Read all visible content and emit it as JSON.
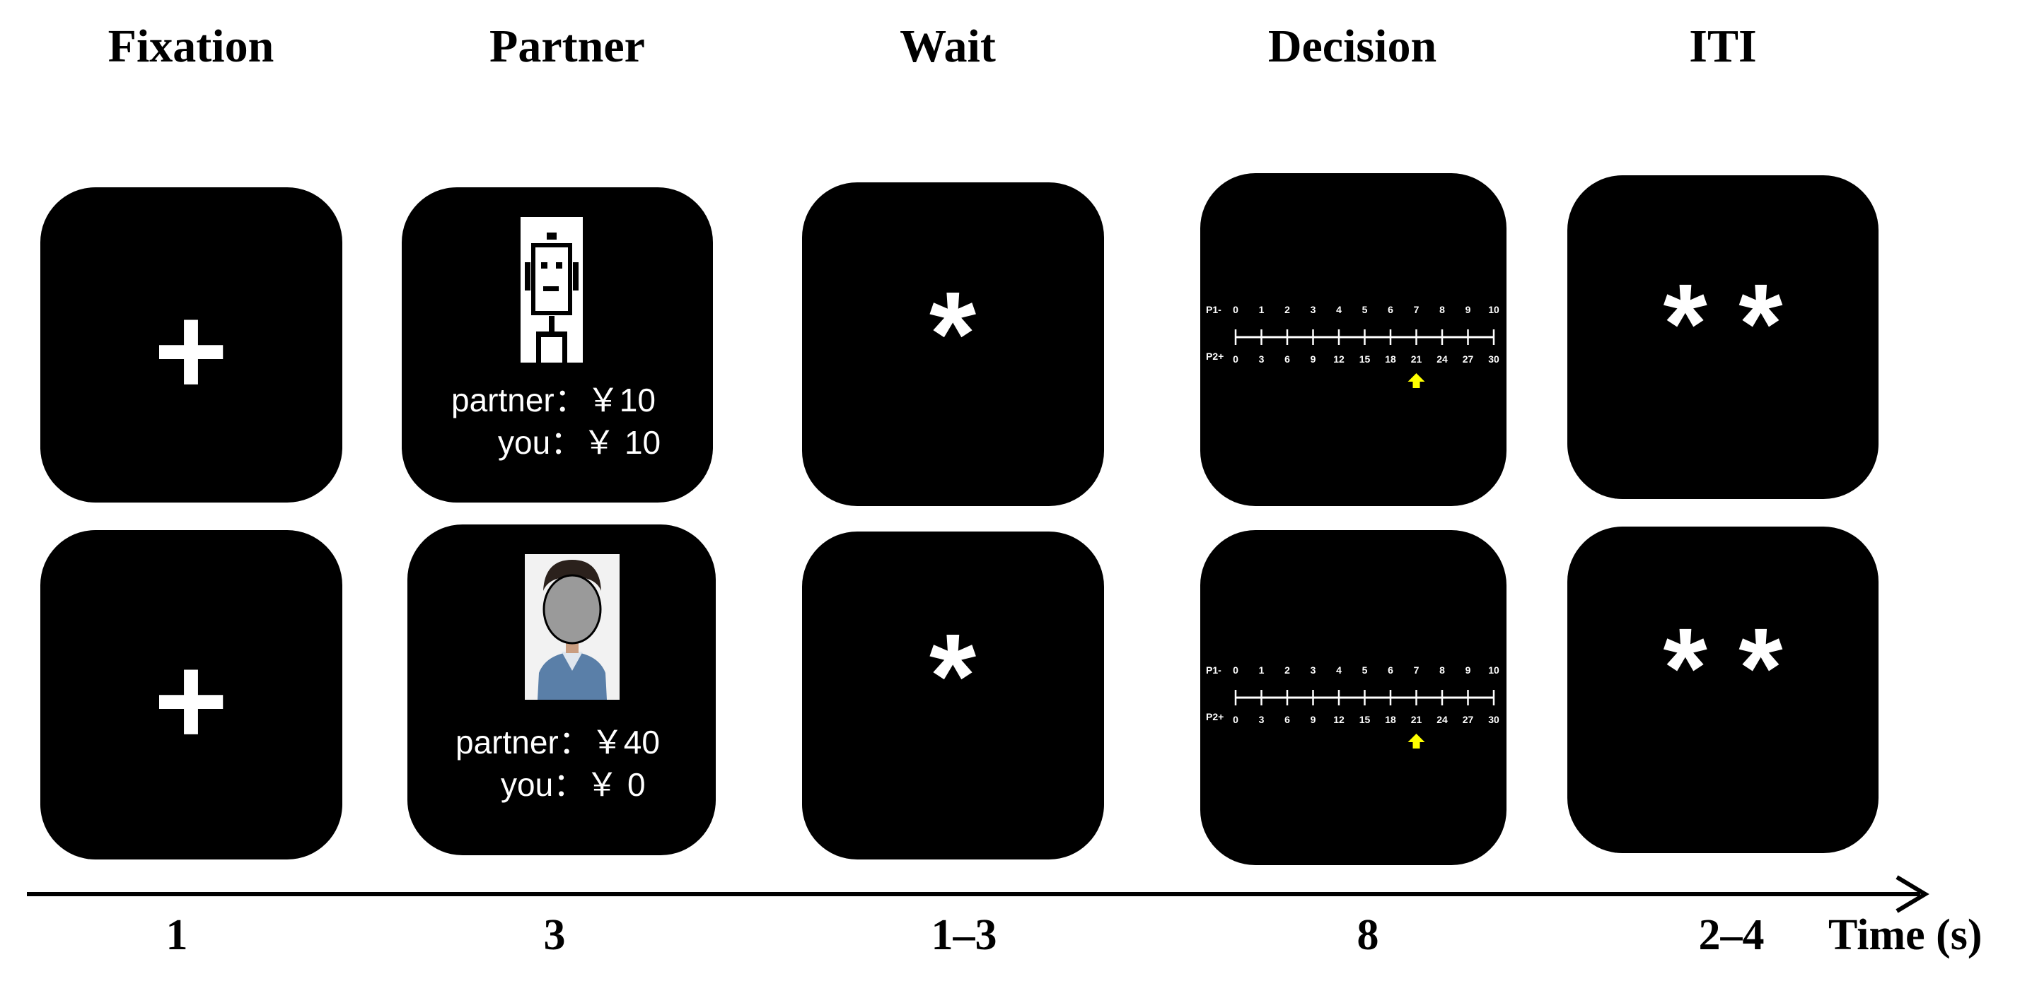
{
  "stages": [
    {
      "title": "Fixation",
      "duration": "1"
    },
    {
      "title": "Partner",
      "duration": "3"
    },
    {
      "title": "Wait",
      "duration": "1–3"
    },
    {
      "title": "Decision",
      "duration": "8"
    },
    {
      "title": "ITI",
      "duration": "2–4"
    }
  ],
  "time_axis_label": "Time (s)",
  "fixation_symbol": "+",
  "wait_symbol": "*",
  "iti_symbol": "* *",
  "partner_screens": [
    {
      "partner_type": "robot-icon",
      "partner_line": "partner：￥10",
      "you_line": "you：￥ 10"
    },
    {
      "partner_type": "human-face-photo",
      "partner_line": "partner：￥40",
      "you_line": "you：￥ 0"
    }
  ],
  "decision_scale": {
    "p1_label": "P1-",
    "p2_label": "P2+",
    "p1_values": [
      "0",
      "1",
      "2",
      "3",
      "4",
      "5",
      "6",
      "7",
      "8",
      "9",
      "10"
    ],
    "p2_values": [
      "0",
      "3",
      "6",
      "9",
      "12",
      "15",
      "18",
      "21",
      "24",
      "27",
      "30"
    ],
    "marker_index": 7,
    "marker_color": "#ffff00"
  },
  "colors": {
    "screen": "#000000",
    "symbol": "#ffffff",
    "background": "#ffffff"
  }
}
